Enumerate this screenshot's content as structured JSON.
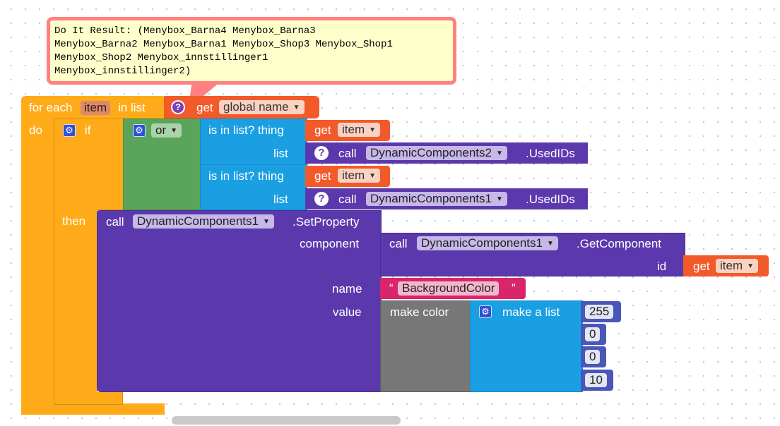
{
  "bubble": {
    "text": "Do It Result: (Menybox_Barna4 Menybox_Barna3\nMenybox_Barna2 Menybox_Barna1 Menybox_Shop3 Menybox_Shop1\nMenybox_Shop2 Menybox_innstillinger1\nMenybox_innstillinger2)"
  },
  "foreach": {
    "label_for_each": "for each",
    "var": "item",
    "label_in_list": "in list",
    "label_do": "do"
  },
  "get_global": {
    "label_get": "get",
    "var": "global name"
  },
  "if_block": {
    "label_if": "if",
    "label_then": "then"
  },
  "or_block": {
    "label": "or"
  },
  "isinlist1": {
    "label_thing": "is in list? thing",
    "label_list": "list"
  },
  "get_item1": {
    "label_get": "get",
    "var": "item"
  },
  "call1": {
    "label_call": "call",
    "component": "DynamicComponents2",
    "method": ".UsedIDs"
  },
  "isinlist2": {
    "label_thing": "is in list? thing",
    "label_list": "list"
  },
  "get_item2": {
    "label_get": "get",
    "var": "item"
  },
  "call2": {
    "label_call": "call",
    "component": "DynamicComponents1",
    "method": ".UsedIDs"
  },
  "setprop": {
    "label_call": "call",
    "component": "DynamicComponents1",
    "method": ".SetProperty",
    "label_component": "component",
    "label_name": "name",
    "label_value": "value"
  },
  "getcomp": {
    "label_call": "call",
    "component": "DynamicComponents1",
    "method": ".GetComponent",
    "label_id": "id"
  },
  "get_item3": {
    "label_get": "get",
    "var": "item"
  },
  "name_text": {
    "open_quote": "“",
    "value": "BackgroundColor",
    "close_quote": "”"
  },
  "makecolor": {
    "label": "make color"
  },
  "makelist": {
    "label": "make a list"
  },
  "numbers": [
    "255",
    "0",
    "0",
    "10"
  ],
  "icons": {
    "dropdown": "▼",
    "gear": "⚙",
    "question": "?"
  },
  "colors": {
    "control": "#ffab19",
    "logic": "#5ba55b",
    "list": "#1a9fe3",
    "component": "#5b39ad",
    "variable": "#f25a2a",
    "text": "#d9256b",
    "color": "#777777",
    "math": "#4a56b8"
  }
}
